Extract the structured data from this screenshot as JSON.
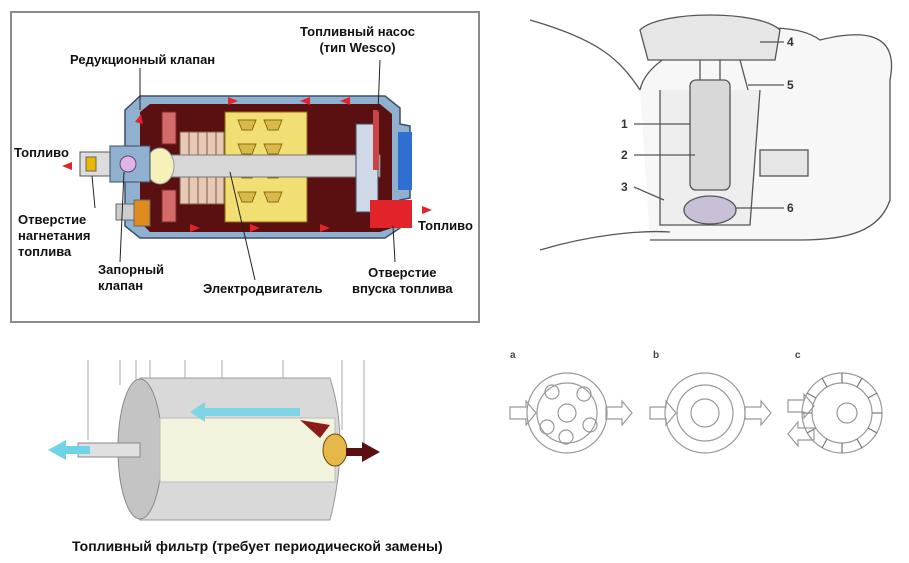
{
  "pump": {
    "label_reduction_valve": "Редукционный клапан",
    "label_pump_type": "Топливный насос\n(тип Wesco)",
    "label_fuel_left": "Топливо",
    "label_fuel_right": "Топливо",
    "label_discharge_port": "Отверстие\nнагнетания\nтоплива",
    "label_check_valve": "Запорный\nклапан",
    "label_motor": "Электродвигатель",
    "label_inlet_port": "Отверстие\nвпуска топлива"
  },
  "tank": {
    "callouts": [
      "1",
      "2",
      "3",
      "4",
      "5",
      "6"
    ]
  },
  "filter": {
    "caption": "Топливный фильтр (требует периодической замены)"
  },
  "pump_types": {
    "labels": [
      "a",
      "b",
      "c"
    ]
  },
  "colors": {
    "housing_blue": "#8fb0cf",
    "dark_red": "#5a1010",
    "motor_yellow": "#f2df74",
    "flow_red": "#e0242a",
    "accent_blue": "#3a78d8",
    "filter_cyan": "#6fd4e8"
  }
}
